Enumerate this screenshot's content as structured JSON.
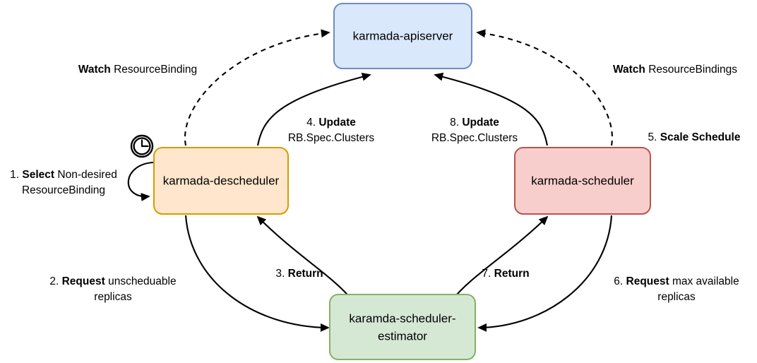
{
  "diagram": {
    "title": "Karmada descheduler and scheduler interaction flow",
    "background_color": "#ffffff",
    "nodes": [
      {
        "id": "apiserver",
        "label": "karmada-apiserver",
        "fill": "#dae8fc",
        "stroke": "#6c8ebf"
      },
      {
        "id": "descheduler",
        "label": "karmada-descheduler",
        "fill": "#ffe6cc",
        "stroke": "#d79b00"
      },
      {
        "id": "scheduler",
        "label": "karmada-scheduler",
        "fill": "#f8cecc",
        "stroke": "#b85450"
      },
      {
        "id": "estimator",
        "label_line1": "karamda-scheduler-",
        "label_line2": "estimator",
        "fill": "#d5e8d4",
        "stroke": "#82b366"
      }
    ],
    "icons": {
      "clock": "clock-icon"
    },
    "edge_labels": {
      "watch_left": {
        "bold": "Watch",
        "rest": " ResourceBinding"
      },
      "watch_right": {
        "bold": "Watch",
        "rest": " ResourceBindings"
      },
      "step1": {
        "prefix": "1. ",
        "bold": "Select",
        "rest": "  Non-desired",
        "line2": "ResourceBinding"
      },
      "step2": {
        "prefix": "2. ",
        "bold": "Request",
        "rest": " unscheduable",
        "line2": "replicas"
      },
      "step3": {
        "prefix": "3. ",
        "bold": "Return",
        "rest": ""
      },
      "step4": {
        "prefix": "4. ",
        "bold": "Update",
        "rest": "",
        "line2": "RB.Spec.Clusters"
      },
      "step5": {
        "prefix": "5. ",
        "bold": "Scale Schedule",
        "rest": ""
      },
      "step6": {
        "prefix": "6. ",
        "bold": "Request",
        "rest": " max available",
        "line2": "replicas"
      },
      "step7": {
        "prefix": "7. ",
        "bold": "Return",
        "rest": ""
      },
      "step8": {
        "prefix": "8. ",
        "bold": "Update",
        "rest": "",
        "line2": "RB.Spec.Clusters"
      }
    }
  }
}
